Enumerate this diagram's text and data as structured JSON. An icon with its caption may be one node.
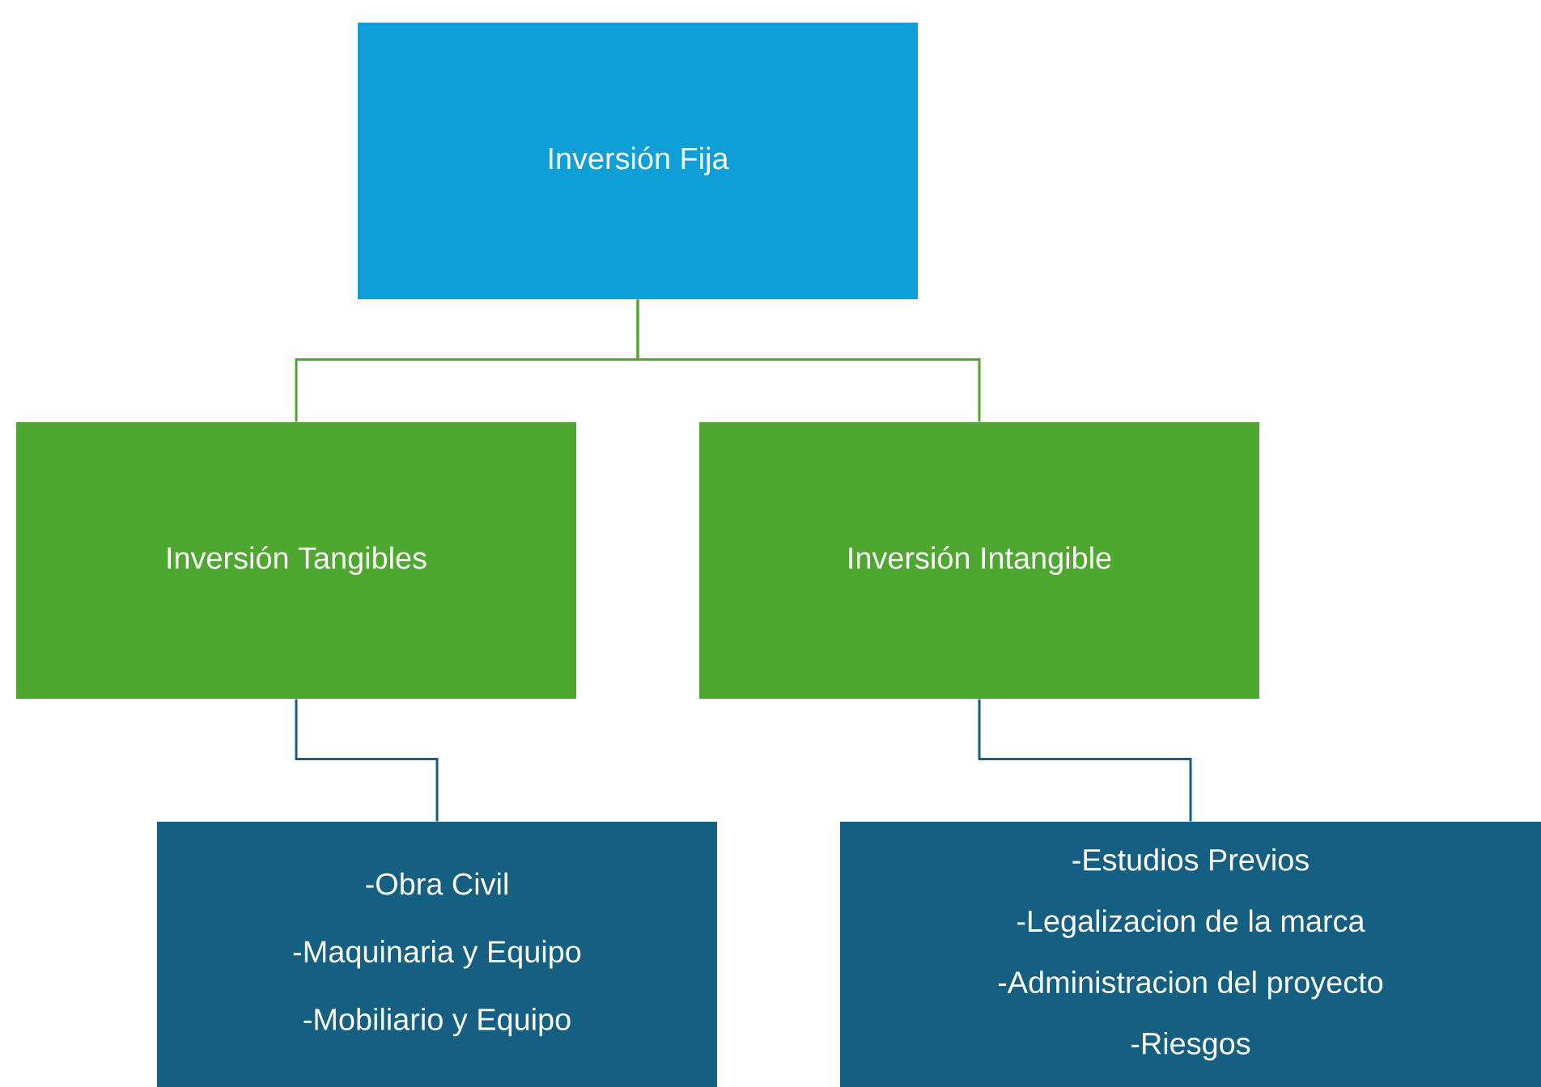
{
  "diagram": {
    "nodes": [
      {
        "text": [
          "Inversión Fija"
        ]
      },
      {
        "text": [
          "Inversión Tangibles"
        ]
      },
      {
        "text": [
          "Inversión Intangible"
        ]
      },
      {
        "text": [
          "-Obra Civil",
          "-Maquinaria y Equipo",
          "-Mobiliario y Equipo"
        ]
      },
      {
        "text": [
          "-Estudios Previos",
          "-Legalizacion de la marca",
          "-Administracion del proyecto",
          "-Riesgos"
        ]
      }
    ],
    "edges": [
      {
        "from": 0,
        "to": 1,
        "arrow": "none",
        "color": "#4ea72e"
      },
      {
        "from": 0,
        "to": 2,
        "arrow": "none",
        "color": "#4ea72e"
      },
      {
        "from": 1,
        "to": 3,
        "arrow": "none",
        "color": "#155f82"
      },
      {
        "from": 2,
        "to": 4,
        "arrow": "none",
        "color": "#155f82"
      }
    ]
  }
}
